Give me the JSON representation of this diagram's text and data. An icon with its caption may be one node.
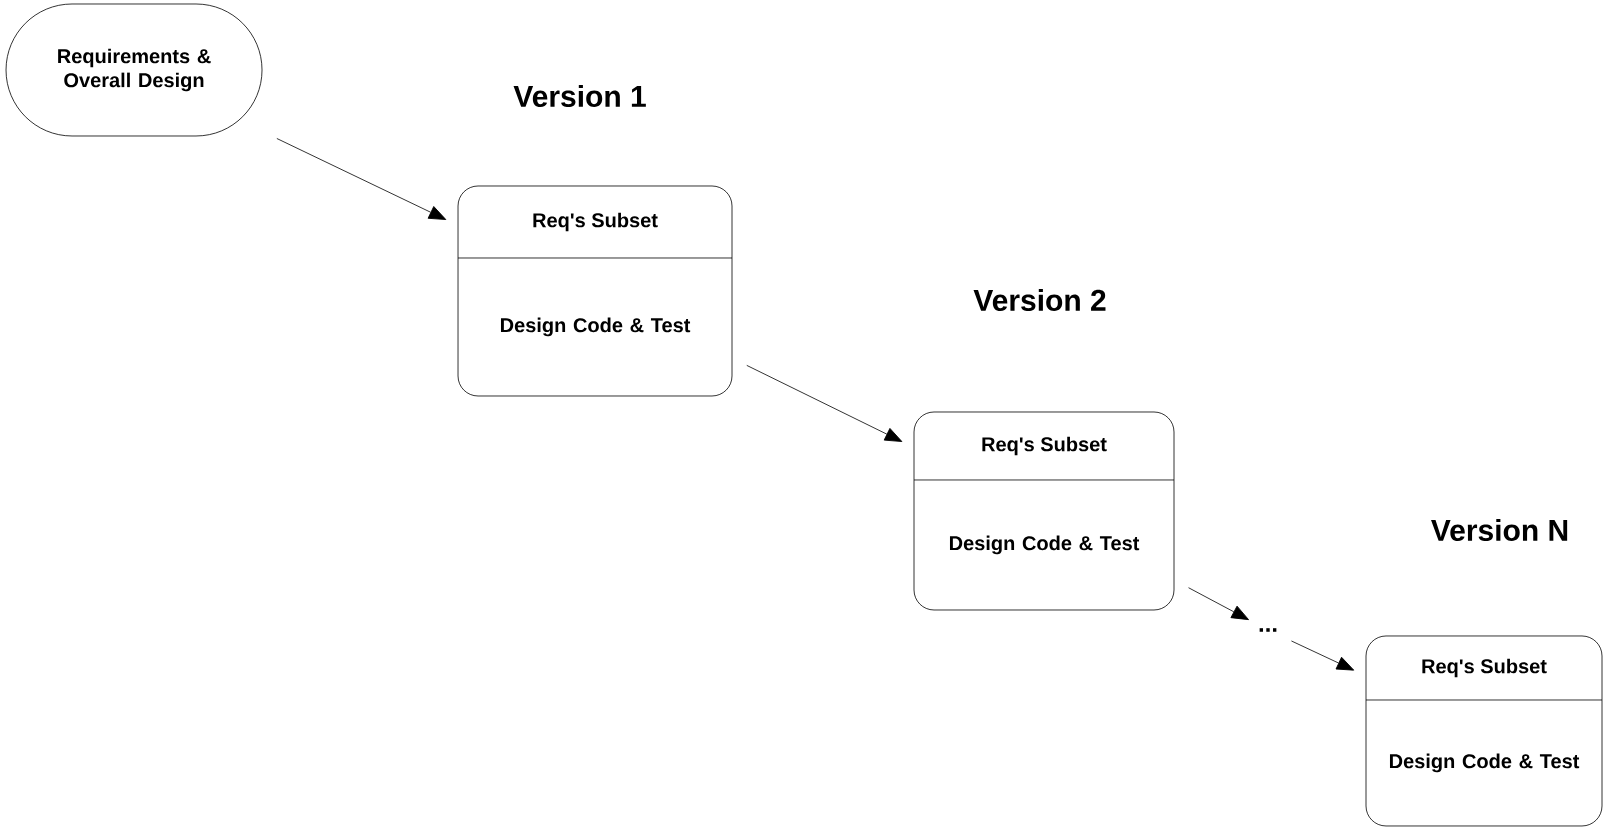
{
  "diagram": {
    "nodes": [
      {
        "text": [
          "Requirements & Overall Design"
        ]
      },
      {
        "text": [
          "Version 1",
          "Req's Subset",
          "Design Code & Test"
        ]
      },
      {
        "text": [
          "Version 2",
          "Req's Subset",
          "Design Code & Test"
        ]
      },
      {
        "text": [
          "..."
        ]
      },
      {
        "text": [
          "Version N",
          "Req's Subset",
          "Design Code & Test"
        ]
      }
    ],
    "edges": [
      {
        "from": 0,
        "to": 1,
        "arrow": "to"
      },
      {
        "from": 1,
        "to": 2,
        "arrow": "to"
      },
      {
        "from": 2,
        "to": 3,
        "arrow": "to"
      },
      {
        "from": 3,
        "to": 4,
        "arrow": "to"
      }
    ]
  }
}
